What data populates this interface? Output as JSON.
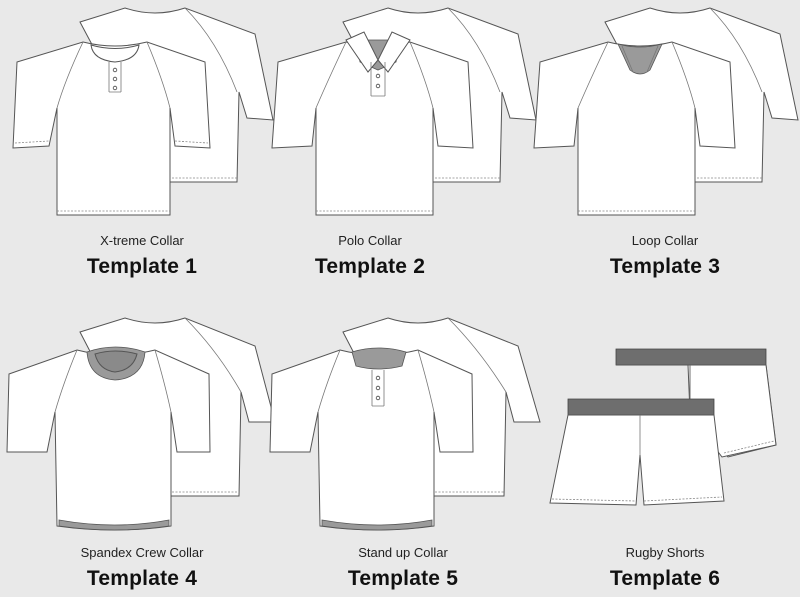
{
  "templates": [
    {
      "collar": "X-treme Collar",
      "title": "Template 1",
      "icon": "shirt-xtreme-collar-icon"
    },
    {
      "collar": "Polo Collar",
      "title": "Template 2",
      "icon": "shirt-polo-collar-icon"
    },
    {
      "collar": "Loop Collar",
      "title": "Template 3",
      "icon": "shirt-loop-collar-icon"
    },
    {
      "collar": "Spandex Crew Collar",
      "title": "Template 4",
      "icon": "shirt-spandex-crew-collar-icon"
    },
    {
      "collar": "Stand up Collar",
      "title": "Template 5",
      "icon": "shirt-stand-up-collar-icon"
    },
    {
      "collar": "Rugby Shorts",
      "title": "Template 6",
      "icon": "rugby-shorts-icon"
    }
  ],
  "colors": {
    "background": "#e9e9e9",
    "garment": "#ffffff",
    "outline": "#555555",
    "accent_grey": "#9a9a9a",
    "waistband": "#6e6e6e"
  }
}
